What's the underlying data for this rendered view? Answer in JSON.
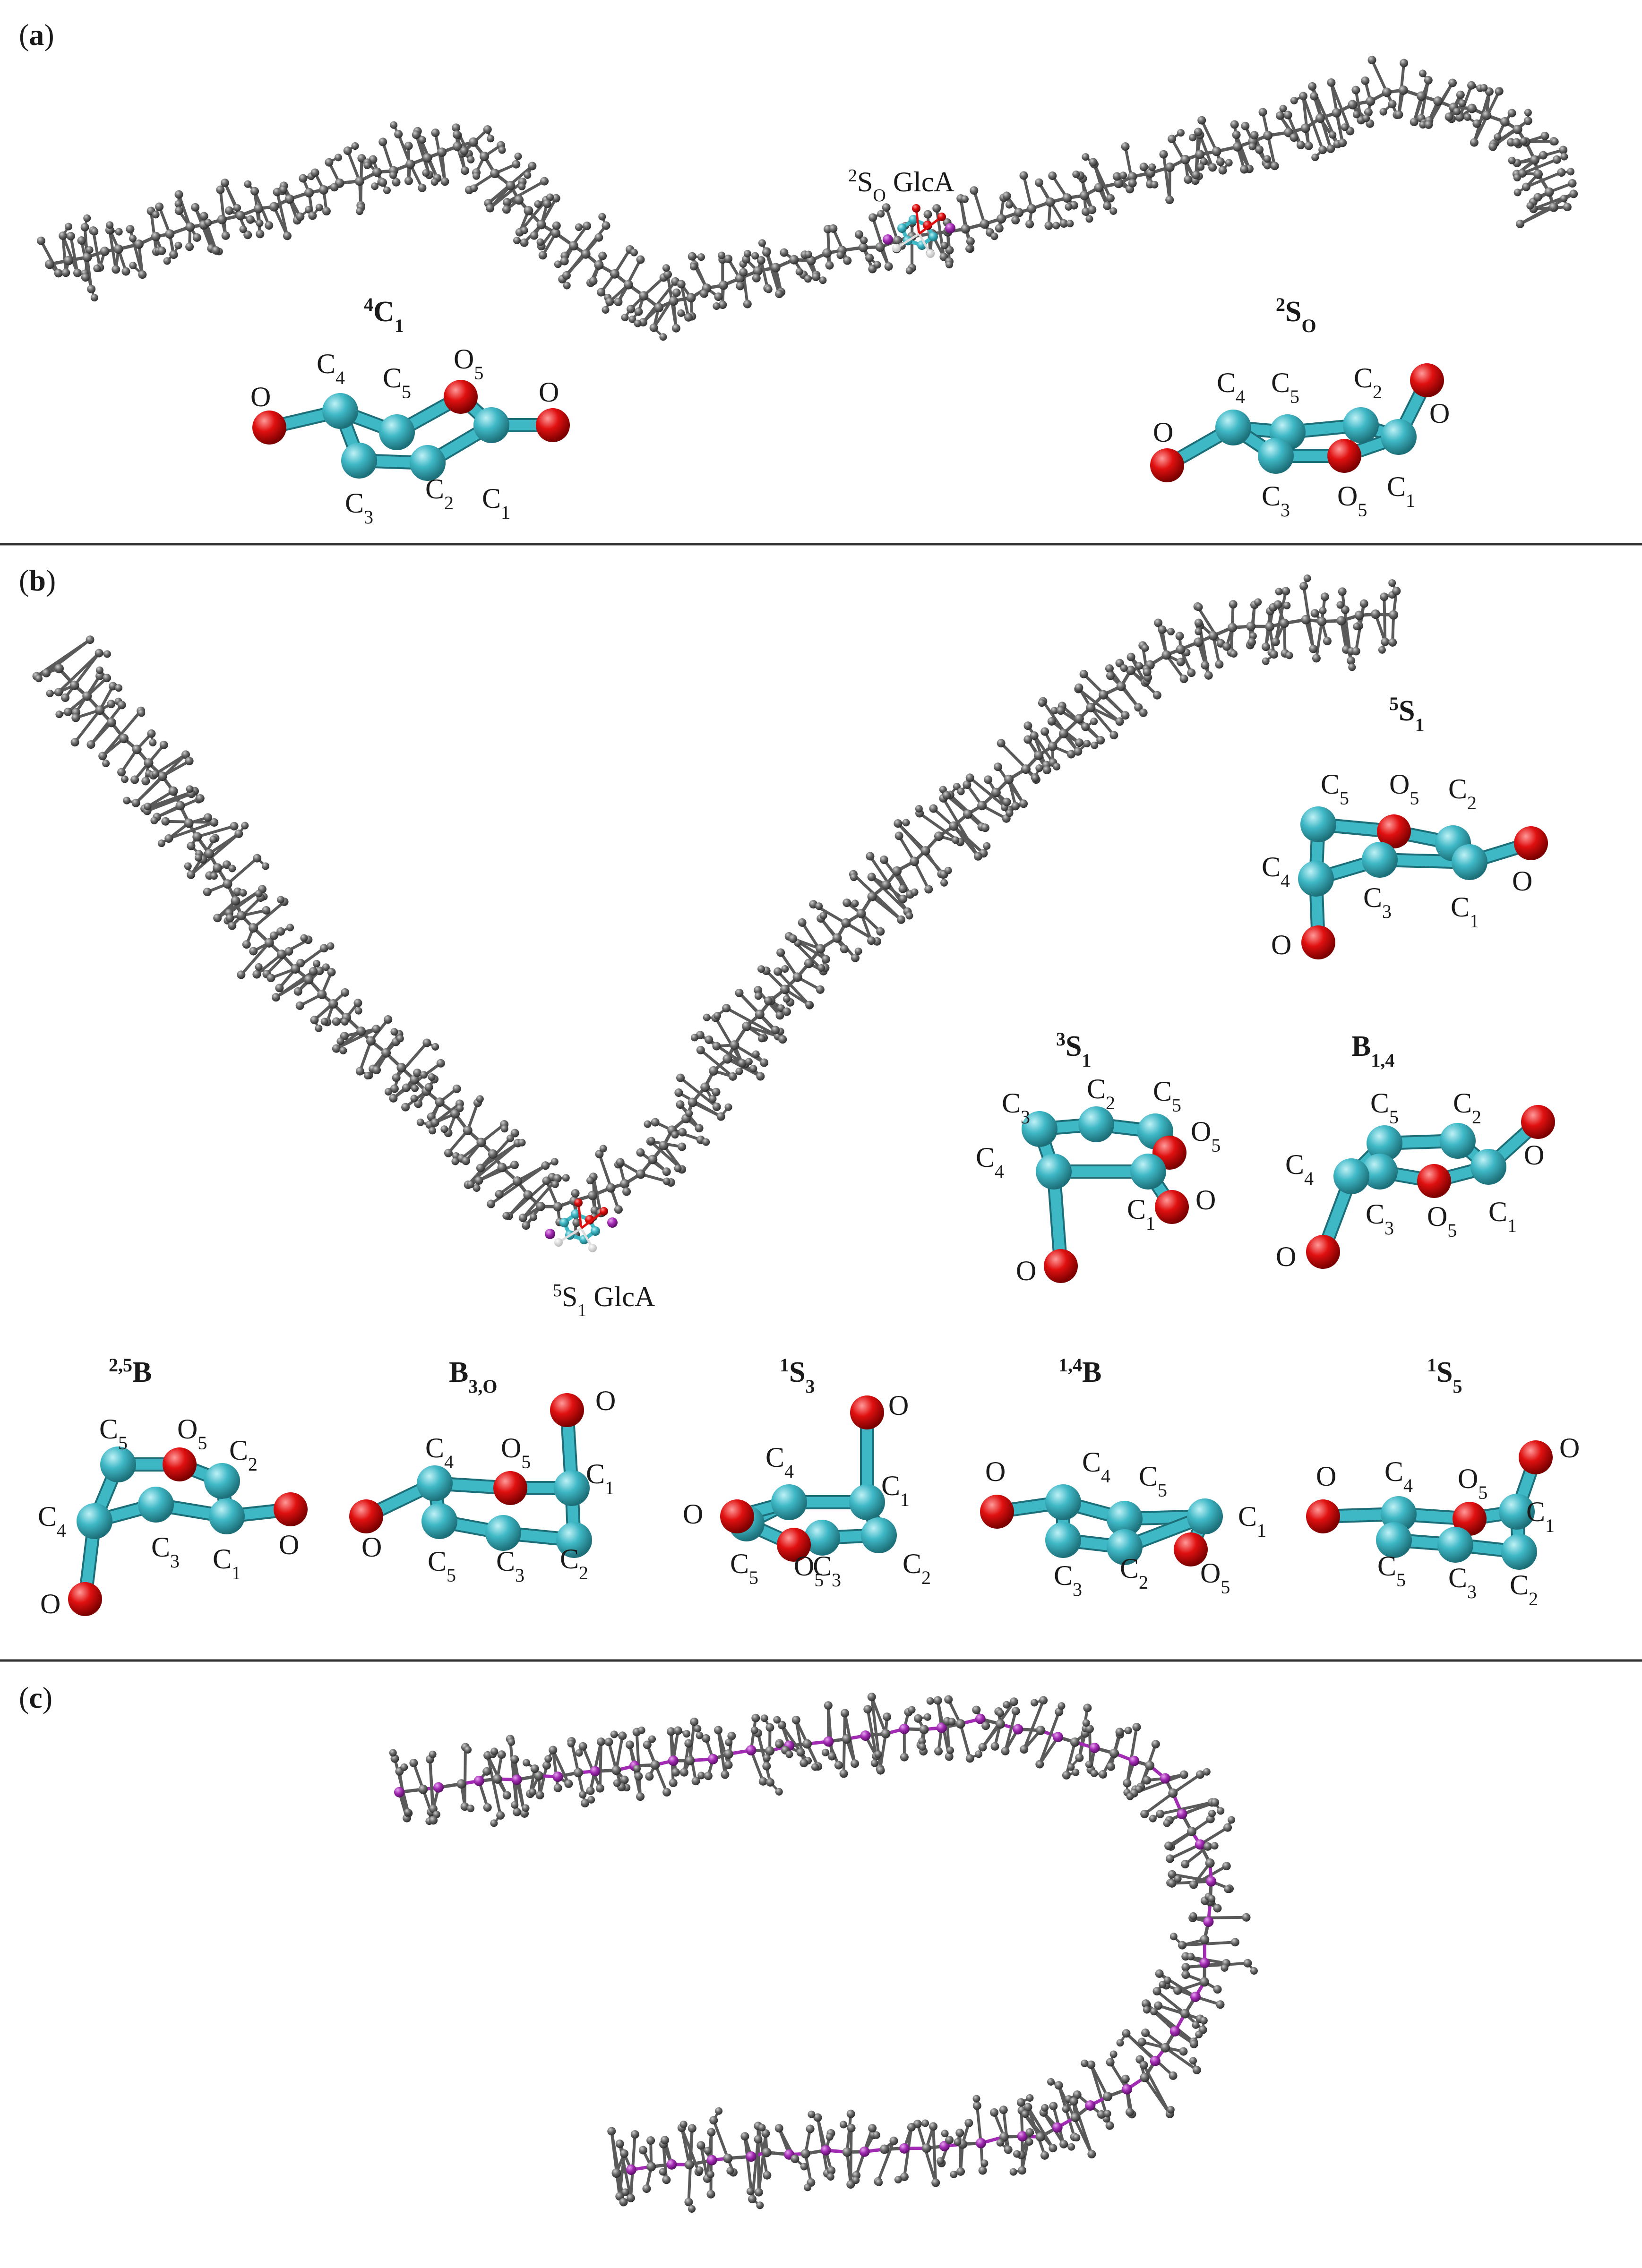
{
  "panels": {
    "a": {
      "label": "(a)",
      "polymer_caption": {
        "sup": "2",
        "main": "S",
        "sub": "O",
        "tail": " GlcA"
      },
      "rings": [
        {
          "id": "4C1",
          "title": {
            "sup": "4",
            "main": "C",
            "sub": "1"
          },
          "atoms": {
            "C1": {
              "main": "C",
              "sub": "1"
            },
            "C2": {
              "main": "C",
              "sub": "2"
            },
            "C3": {
              "main": "C",
              "sub": "3"
            },
            "C4": {
              "main": "C",
              "sub": "4"
            },
            "C5": {
              "main": "C",
              "sub": "5"
            },
            "O5": {
              "main": "O",
              "sub": "5"
            },
            "Oa": {
              "main": "O",
              "sub": ""
            },
            "Ob": {
              "main": "O",
              "sub": ""
            }
          }
        },
        {
          "id": "2SO",
          "title": {
            "sup": "2",
            "main": "S",
            "sub": "O"
          },
          "atoms": {
            "C1": {
              "main": "C",
              "sub": "1"
            },
            "C2": {
              "main": "C",
              "sub": "2"
            },
            "C3": {
              "main": "C",
              "sub": "3"
            },
            "C4": {
              "main": "C",
              "sub": "4"
            },
            "C5": {
              "main": "C",
              "sub": "5"
            },
            "O5": {
              "main": "O",
              "sub": "5"
            },
            "Oa": {
              "main": "O",
              "sub": ""
            },
            "Ob": {
              "main": "O",
              "sub": ""
            }
          }
        }
      ]
    },
    "b": {
      "label": "(b)",
      "polymer_caption": {
        "sup": "5",
        "main": "S",
        "sub": "1",
        "tail": " GlcA"
      },
      "rings": [
        {
          "id": "5S1",
          "title": {
            "sup": "5",
            "main": "S",
            "sub": "1"
          },
          "atoms": {
            "C1": {
              "main": "C",
              "sub": "1"
            },
            "C2": {
              "main": "C",
              "sub": "2"
            },
            "C3": {
              "main": "C",
              "sub": "3"
            },
            "C4": {
              "main": "C",
              "sub": "4"
            },
            "C5": {
              "main": "C",
              "sub": "5"
            },
            "O5": {
              "main": "O",
              "sub": "5"
            },
            "Oa": {
              "main": "O",
              "sub": ""
            },
            "Ob": {
              "main": "O",
              "sub": ""
            }
          }
        },
        {
          "id": "3S1",
          "title": {
            "sup": "3",
            "main": "S",
            "sub": "1"
          },
          "atoms": {
            "C1": {
              "main": "C",
              "sub": "1"
            },
            "C2": {
              "main": "C",
              "sub": "2"
            },
            "C3": {
              "main": "C",
              "sub": "3"
            },
            "C4": {
              "main": "C",
              "sub": "4"
            },
            "C5": {
              "main": "C",
              "sub": "5"
            },
            "O5": {
              "main": "O",
              "sub": "5"
            },
            "Oa": {
              "main": "O",
              "sub": ""
            },
            "Ob": {
              "main": "O",
              "sub": ""
            }
          }
        },
        {
          "id": "B14",
          "title": {
            "sup": "",
            "main": "B",
            "sub": "1,4"
          },
          "atoms": {
            "C1": {
              "main": "C",
              "sub": "1"
            },
            "C2": {
              "main": "C",
              "sub": "2"
            },
            "C3": {
              "main": "C",
              "sub": "3"
            },
            "C4": {
              "main": "C",
              "sub": "4"
            },
            "C5": {
              "main": "C",
              "sub": "5"
            },
            "O5": {
              "main": "O",
              "sub": "5"
            },
            "Oa": {
              "main": "O",
              "sub": ""
            },
            "Ob": {
              "main": "O",
              "sub": ""
            }
          }
        },
        {
          "id": "25B",
          "title": {
            "sup": "2,5",
            "main": "B",
            "sub": ""
          },
          "atoms": {
            "C1": {
              "main": "C",
              "sub": "1"
            },
            "C2": {
              "main": "C",
              "sub": "2"
            },
            "C3": {
              "main": "C",
              "sub": "3"
            },
            "C4": {
              "main": "C",
              "sub": "4"
            },
            "C5": {
              "main": "C",
              "sub": "5"
            },
            "O5": {
              "main": "O",
              "sub": "5"
            },
            "Oa": {
              "main": "O",
              "sub": ""
            },
            "Ob": {
              "main": "O",
              "sub": ""
            }
          }
        },
        {
          "id": "B3O",
          "title": {
            "sup": "",
            "main": "B",
            "sub": "3,O"
          },
          "atoms": {
            "C1": {
              "main": "C",
              "sub": "1"
            },
            "C2": {
              "main": "C",
              "sub": "2"
            },
            "C3": {
              "main": "C",
              "sub": "3"
            },
            "C4": {
              "main": "C",
              "sub": "4"
            },
            "C5": {
              "main": "C",
              "sub": "5"
            },
            "O5": {
              "main": "O",
              "sub": "5"
            },
            "Oa": {
              "main": "O",
              "sub": ""
            },
            "Ob": {
              "main": "O",
              "sub": ""
            }
          }
        },
        {
          "id": "1S3",
          "title": {
            "sup": "1",
            "main": "S",
            "sub": "3"
          },
          "atoms": {
            "C1": {
              "main": "C",
              "sub": "1"
            },
            "C2": {
              "main": "C",
              "sub": "2"
            },
            "C3": {
              "main": "C",
              "sub": "3"
            },
            "C4": {
              "main": "C",
              "sub": "4"
            },
            "C5": {
              "main": "C",
              "sub": "5"
            },
            "O5": {
              "main": "O",
              "sub": "5"
            },
            "Oa": {
              "main": "O",
              "sub": ""
            },
            "Ob": {
              "main": "O",
              "sub": ""
            }
          }
        },
        {
          "id": "14B",
          "title": {
            "sup": "1,4",
            "main": "B",
            "sub": ""
          },
          "atoms": {
            "C1": {
              "main": "C",
              "sub": "1"
            },
            "C2": {
              "main": "C",
              "sub": "2"
            },
            "C3": {
              "main": "C",
              "sub": "3"
            },
            "C4": {
              "main": "C",
              "sub": "4"
            },
            "C5": {
              "main": "C",
              "sub": "5"
            },
            "O5": {
              "main": "O",
              "sub": "5"
            },
            "Oa": {
              "main": "O",
              "sub": ""
            }
          }
        },
        {
          "id": "1S5",
          "title": {
            "sup": "1",
            "main": "S",
            "sub": "5"
          },
          "atoms": {
            "C1": {
              "main": "C",
              "sub": "1"
            },
            "C2": {
              "main": "C",
              "sub": "2"
            },
            "C3": {
              "main": "C",
              "sub": "3"
            },
            "C4": {
              "main": "C",
              "sub": "4"
            },
            "C5": {
              "main": "C",
              "sub": "5"
            },
            "O5": {
              "main": "O",
              "sub": "5"
            },
            "Oa": {
              "main": "O",
              "sub": ""
            },
            "Ob": {
              "main": "O",
              "sub": ""
            }
          }
        }
      ]
    },
    "c": {
      "label": "(c)"
    }
  },
  "colors": {
    "carbon_ring": "#3fb8c6",
    "oxygen": "#e01010",
    "backbone_atom": "#5a5a5a",
    "linkage_oxygen": "#a22bb3",
    "hydrogen": "#f2f2f2",
    "divider": "#333333",
    "text": "#1a1a1a"
  },
  "icons": {
    "atom": "ball-and-stick-sphere",
    "bond": "stick"
  }
}
